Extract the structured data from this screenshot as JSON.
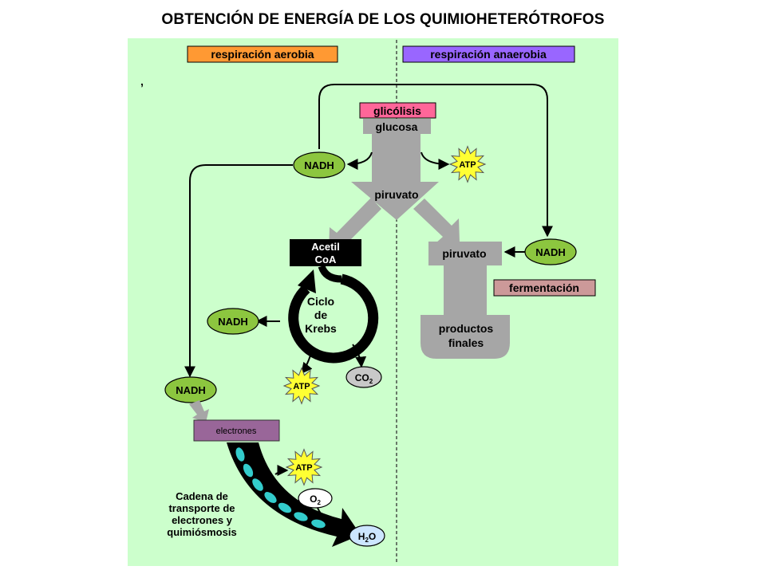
{
  "title": "OBTENCIÓN DE ENERGÍA DE LOS QUIMIOHETERÓTROFOS",
  "sections": {
    "aerobic": "respiración aerobia",
    "anaerobic": "respiración anaerobia"
  },
  "glycolysis": {
    "label": "glicólisis",
    "glucose": "glucosa",
    "pyruvate": "piruvato"
  },
  "nadh": "NADH",
  "atp": "ATP",
  "acetyl_coa": [
    "Acetil",
    "CoA"
  ],
  "krebs": [
    "Ciclo",
    "de",
    "Krebs"
  ],
  "co2": {
    "base": "CO",
    "sub": "2"
  },
  "anaerobic_pyruvate": "piruvato",
  "fermentation": "fermentación",
  "end_products": [
    "productos",
    "finales"
  ],
  "electrons": "electrones",
  "o2": {
    "base": "O",
    "sub": "2"
  },
  "h2o": {
    "a": "H",
    "sub": "2",
    "b": "O"
  },
  "etc": [
    "Cadena de",
    "transporte de",
    "electrones y",
    "quimiósmosis"
  ],
  "stray_mark": ",",
  "colors": {
    "panel_bg": "#ccffcc",
    "aerobic_tag": "#ff9933",
    "anaerobic_tag": "#9966ff",
    "glycolysis_tag": "#ff6699",
    "fermentation_tag": "#cc9999",
    "gray_flow": "#a6a6a6",
    "nadh_fill": "#8cc63f",
    "atp_fill": "#ffff33",
    "electrons_box": "#996699",
    "etc_dots": "#33cccc"
  }
}
